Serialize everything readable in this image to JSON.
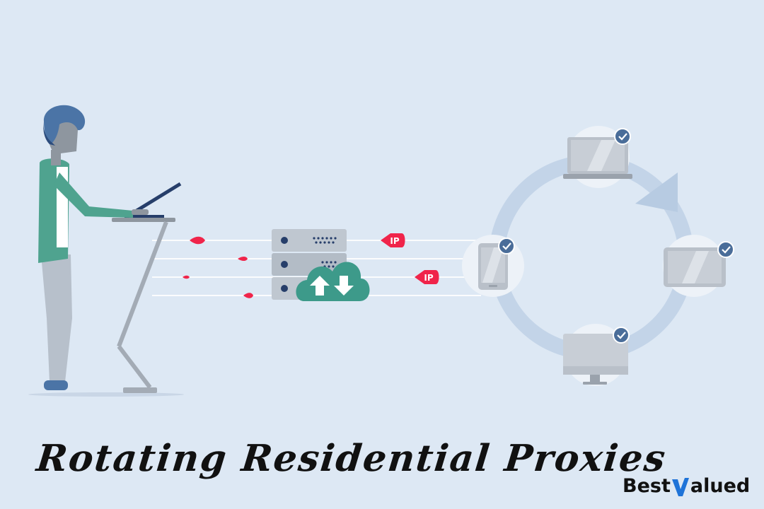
{
  "caption": "Rotating Residential Proxies",
  "brand": {
    "prefix": "Best",
    "suffix": "alued",
    "accent_color": "#1e73d8"
  },
  "tags": {
    "ip_upper": "IP",
    "ip_lower": "IP"
  },
  "colors": {
    "background": "#dde8f4",
    "ring": "#c3d4e8",
    "packet": "#f0244a",
    "cloud": "#3d9a8a",
    "shirt": "#4fa38f",
    "hair": "#4b74a6",
    "check": "#4a6d99"
  },
  "icons": {
    "laptop": "laptop-icon",
    "tablet": "tablet-icon",
    "monitor": "monitor-icon",
    "phone": "phone-icon",
    "check": "check-icon",
    "cloud": "cloud-updown-icon",
    "server": "server-rack-icon",
    "arrow": "rotation-arrow-icon"
  }
}
